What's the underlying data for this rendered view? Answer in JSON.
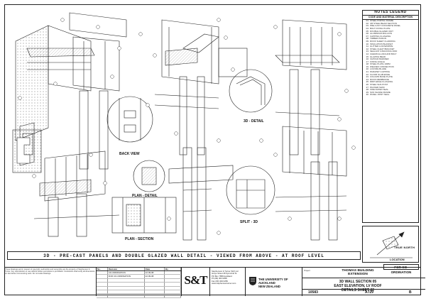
{
  "notes_legend": {
    "title": "NOTES LEGEND",
    "subtitle": "CODE AND MATERIAL DESCRIPTION",
    "items": [
      {
        "num": "01",
        "text": "STEEL PORTAL FRAME"
      },
      {
        "num": "02",
        "text": "UB STEEL BEAM SECTION"
      },
      {
        "num": "03",
        "text": "PRE-CAST CONCRETE PANEL"
      },
      {
        "num": "04",
        "text": "BOLT FIXING PLATE"
      },
      {
        "num": "05",
        "text": "DOUBLE GLAZED UNIT"
      },
      {
        "num": "06",
        "text": "ALUMINIUM MULLION"
      },
      {
        "num": "07",
        "text": "CAPPING FLASHING"
      },
      {
        "num": "08",
        "text": "TIMBER PURLIN"
      },
      {
        "num": "09",
        "text": "ROOF SHEET CLADDING"
      },
      {
        "num": "10",
        "text": "INSULATION BLANKET"
      },
      {
        "num": "11",
        "text": "GUTTER & DOWNPIPE"
      },
      {
        "num": "12",
        "text": "STEEL CLEAT BRACKET"
      },
      {
        "num": "13",
        "text": "SEALANT & BACKING ROD"
      },
      {
        "num": "14",
        "text": "CHEMICAL ANCHOR BOLT"
      },
      {
        "num": "15",
        "text": "GLAZING BEAD"
      },
      {
        "num": "16",
        "text": "VAPOUR BARRIER"
      },
      {
        "num": "17",
        "text": "FIXING ANGLE"
      },
      {
        "num": "18",
        "text": "STEEL PLATE 10MM"
      },
      {
        "num": "19",
        "text": "WELDED CONNECTION"
      },
      {
        "num": "20",
        "text": "LOUVRE BLADE"
      },
      {
        "num": "21",
        "text": "PARAPET CAPPING"
      },
      {
        "num": "22",
        "text": "FLOOR SLAB EDGE"
      },
      {
        "num": "23",
        "text": "COLUMN BASE PLATE"
      },
      {
        "num": "24",
        "text": "ROOF MEMBRANE"
      },
      {
        "num": "25",
        "text": "DRIP EDGE FLASHING"
      },
      {
        "num": "26",
        "text": "STEEL SHS POST"
      },
      {
        "num": "27",
        "text": "PACKER SHIM"
      },
      {
        "num": "28",
        "text": "FIRE RATED SEAL"
      },
      {
        "num": "29",
        "text": "SUN SHADE FRAME"
      },
      {
        "num": "30",
        "text": "PANEL JOINT SEAL"
      }
    ]
  },
  "north": {
    "label": "TRUE NORTH",
    "location": "LOCATION"
  },
  "coordination_tag": "FOR CO-ORDINATION",
  "banner": "3D - PRE-CAST PANELS AND DOUBLE GLAZED WALL DETAIL - VIEWED FROM ABOVE - AT ROOF LEVEL",
  "views": {
    "back_view": "BACK VIEW",
    "plan_detail": "PLAN - DETAIL",
    "plan_section": "PLAN - SECTION",
    "detail_3d": "3D - DETAIL",
    "split_3d": "SPLIT - 3D"
  },
  "titleblock": {
    "disclaimer": "These drawings and in respect of copyright, authorship and ownership are the property of Stephenson & Turner. Any reproduction or use without written permission is prohibited. Contractors shall verify all dimensions on site before commencing work. Do not scale drawings.",
    "rev_headers": [
      "No.",
      "Revision",
      "Date",
      "By"
    ],
    "rev_rows": [
      {
        "no": "",
        "rev": "CO-ORDINATION",
        "date": "22.09.08",
        "by": ""
      },
      {
        "no": "",
        "rev": "FOR CO-ORDINATION",
        "date": "22.09.08",
        "by": ""
      }
    ],
    "logo": "S&T",
    "firm": "Stephenson & Turner (NZ) Ltd\nGreys Street 28 Symonds St\nPO Box 7858 Auckland\nPh (09) 303 0258\nFax (09) 303 0259\nwww.stephensonturner.com",
    "client": "THE UNIVERSITY OF AUCKLAND\nNEW ZEALAND",
    "project_label": "Project",
    "project_title": "THOMAS BUILDING\nEXTENSION",
    "sheet_title": "3D WALL SECTION 05\nEAST ELEVATION, LV ROOF\nDETAILS SHEET 02",
    "job_no": "10583",
    "drawing_no": "A729",
    "rev": "B"
  }
}
